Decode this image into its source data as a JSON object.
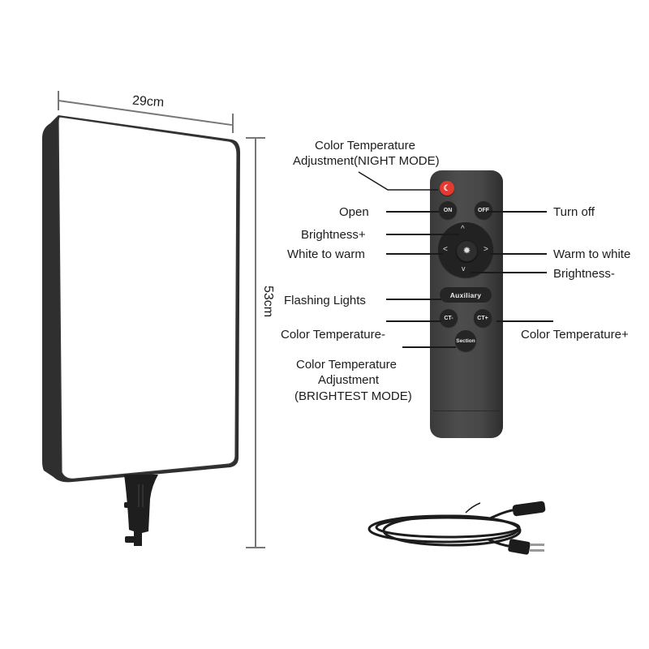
{
  "product": {
    "panel": {
      "width_label": "29cm",
      "height_label": "53cm",
      "colors": {
        "frame": "#333333",
        "face": "#ffffff",
        "dimension_line": "#777777"
      }
    },
    "remote": {
      "buttons": {
        "night_mode": "",
        "on": "ON",
        "off": "OFF",
        "up": "^",
        "down": "v",
        "left": "<",
        "right": ">",
        "center": "bulb",
        "auxiliary": "Auxiliary",
        "ct_minus": "CT-",
        "ct_plus": "CT+",
        "section": "Section"
      },
      "colors": {
        "body": "#444444",
        "button": "#252525",
        "night_button": "#e53a2f"
      }
    },
    "callouts": {
      "night_mode_line1": "Color Temperature",
      "night_mode_line2": "Adjustment(NIGHT MODE)",
      "open": "Open",
      "turn_off": "Turn off",
      "brightness_plus": "Brightness+",
      "white_to_warm": "White to warm",
      "warm_to_white": "Warm to white",
      "brightness_minus": "Brightness-",
      "flashing_lights": "Flashing Lights",
      "ct_minus": "Color Temperature-",
      "ct_plus": "Color Temperature+",
      "brightest_line1": "Color Temperature",
      "brightest_line2": "Adjustment",
      "brightest_line3": "(BRIGHTEST MODE)"
    },
    "accessory": {
      "name": "power-cord"
    }
  }
}
